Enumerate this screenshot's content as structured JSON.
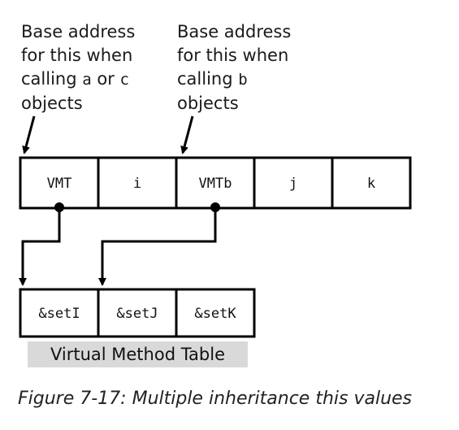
{
  "notes": {
    "left": {
      "line1": "Base address",
      "line2": "for this when",
      "line3_pre": "calling ",
      "line3_a": "a",
      "line3_mid": " or ",
      "line3_c": "c",
      "line4": "objects"
    },
    "right": {
      "line1": "Base address",
      "line2": "for this when",
      "line3_pre": "calling ",
      "line3_b": "b",
      "line4": "objects"
    }
  },
  "object_fields": [
    "VMT",
    "i",
    "VMTb",
    "j",
    "k"
  ],
  "vmt_entries": [
    "&setI",
    "&setJ",
    "&setK"
  ],
  "vmt_label": "Virtual Method Table",
  "caption": "Figure 7-17: Multiple inheritance this values",
  "colors": {
    "line": "#000000",
    "label_bg": "#d9d9d9"
  }
}
